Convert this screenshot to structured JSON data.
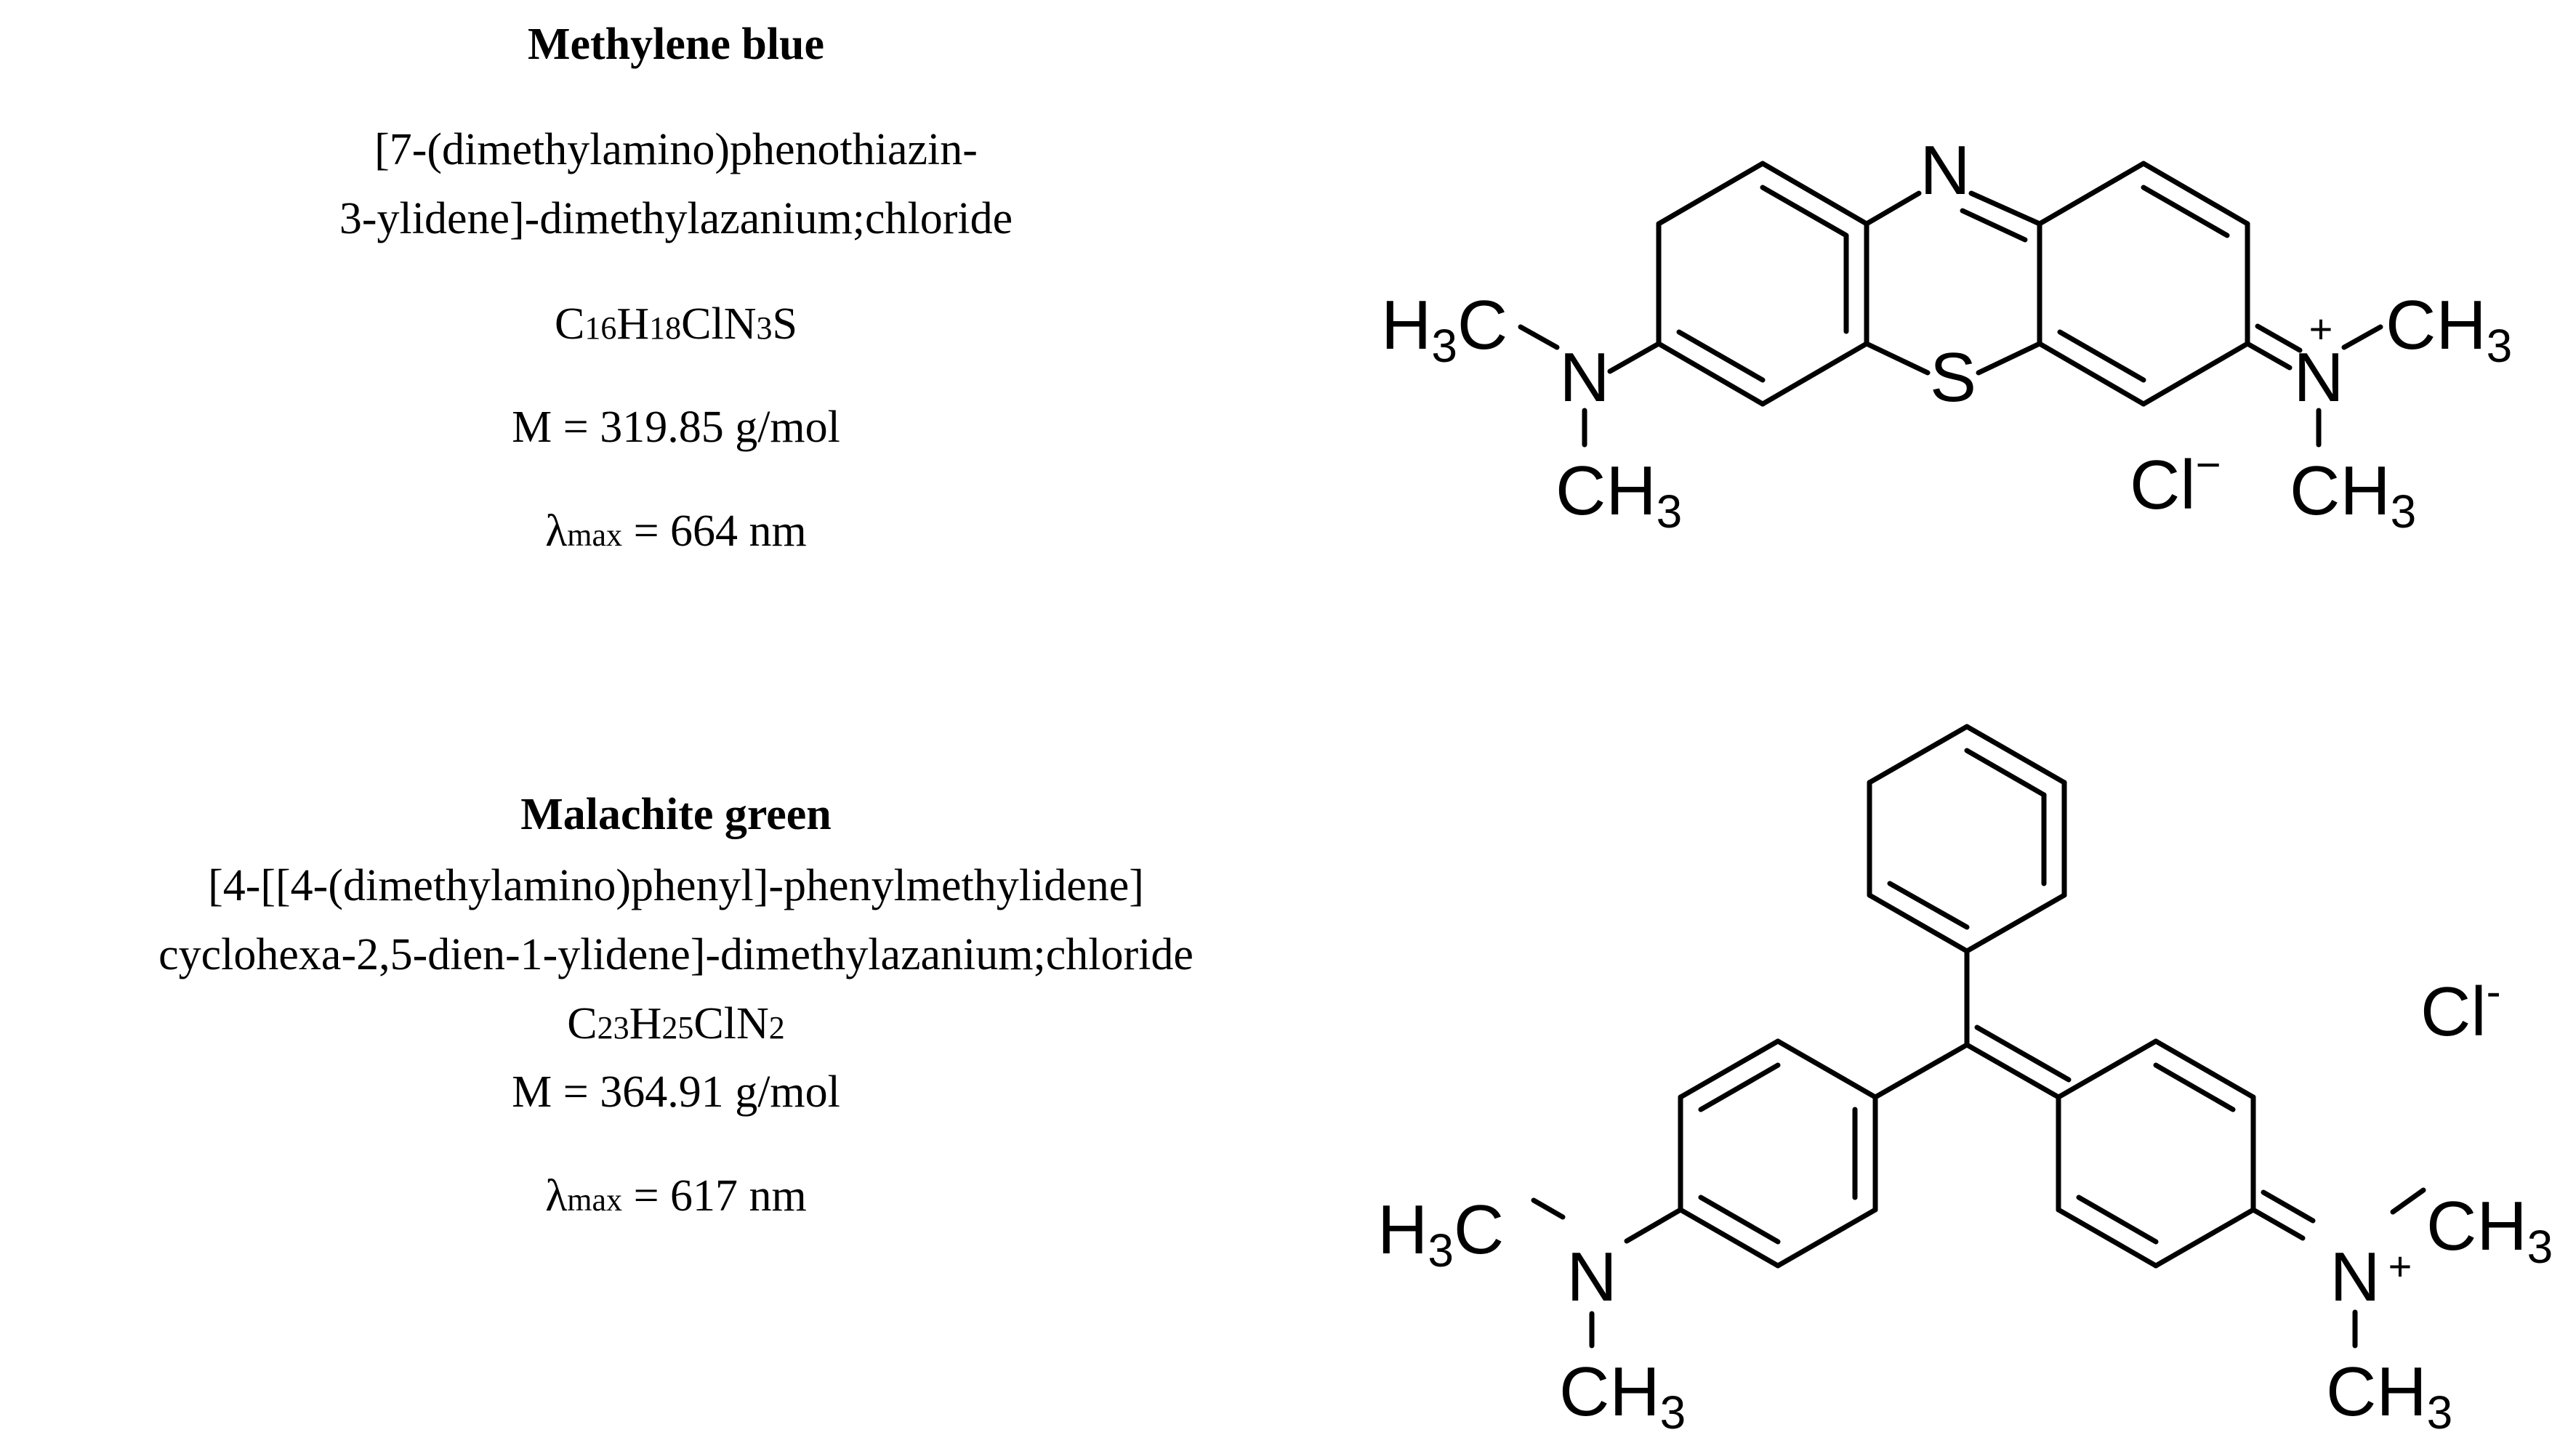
{
  "compounds": [
    {
      "name": "Methylene blue",
      "iupac_line1": "[7-(dimethylamino)phenothiazin-",
      "iupac_line2": "3-ylidene]-dimethylazanium;chloride",
      "formula": [
        {
          "t": "C"
        },
        {
          "t": "16",
          "sub": true
        },
        {
          "t": "H"
        },
        {
          "t": "18",
          "sub": true
        },
        {
          "t": "ClN"
        },
        {
          "t": "3",
          "sub": true
        },
        {
          "t": "S"
        }
      ],
      "molar_mass": "M = 319.85 g/mol",
      "lambda_symbol": "λ",
      "lambda_sub": "max",
      "lambda_value": " = 664 nm",
      "structure": {
        "ring_n": "N",
        "ring_s": "S",
        "left_group_top": "H",
        "left_group_top_sub": "3",
        "left_group_top_c": "C",
        "left_n": "N",
        "left_group_bottom": "CH",
        "left_group_bottom_sub": "3",
        "right_n": "N",
        "right_charge": "+",
        "right_group_top": "CH",
        "right_group_top_sub": "3",
        "right_group_bottom": "CH",
        "right_group_bottom_sub": "3",
        "counterion": "Cl",
        "counterion_charge": "−"
      }
    },
    {
      "name": "Malachite green",
      "iupac_line1": "[4-[[4-(dimethylamino)phenyl]-phenylmethylidene]",
      "iupac_line2": "cyclohexa-2,5-dien-1-ylidene]-dimethylazanium;chloride",
      "formula": [
        {
          "t": "C"
        },
        {
          "t": "23",
          "sub": true
        },
        {
          "t": "H"
        },
        {
          "t": "25",
          "sub": true
        },
        {
          "t": "ClN"
        },
        {
          "t": "2",
          "sub": true
        }
      ],
      "molar_mass": "M = 364.91 g/mol",
      "lambda_symbol": "λ",
      "lambda_sub": "max",
      "lambda_value": " = 617 nm",
      "structure": {
        "left_group_top": "H",
        "left_group_top_sub": "3",
        "left_group_top_c": "C",
        "left_n": "N",
        "left_group_bottom": "CH",
        "left_group_bottom_sub": "3",
        "right_n": "N",
        "right_charge": "+",
        "right_group_top": "CH",
        "right_group_top_sub": "3",
        "right_group_bottom": "CH",
        "right_group_bottom_sub": "3",
        "counterion": "Cl",
        "counterion_charge": "-"
      }
    }
  ]
}
